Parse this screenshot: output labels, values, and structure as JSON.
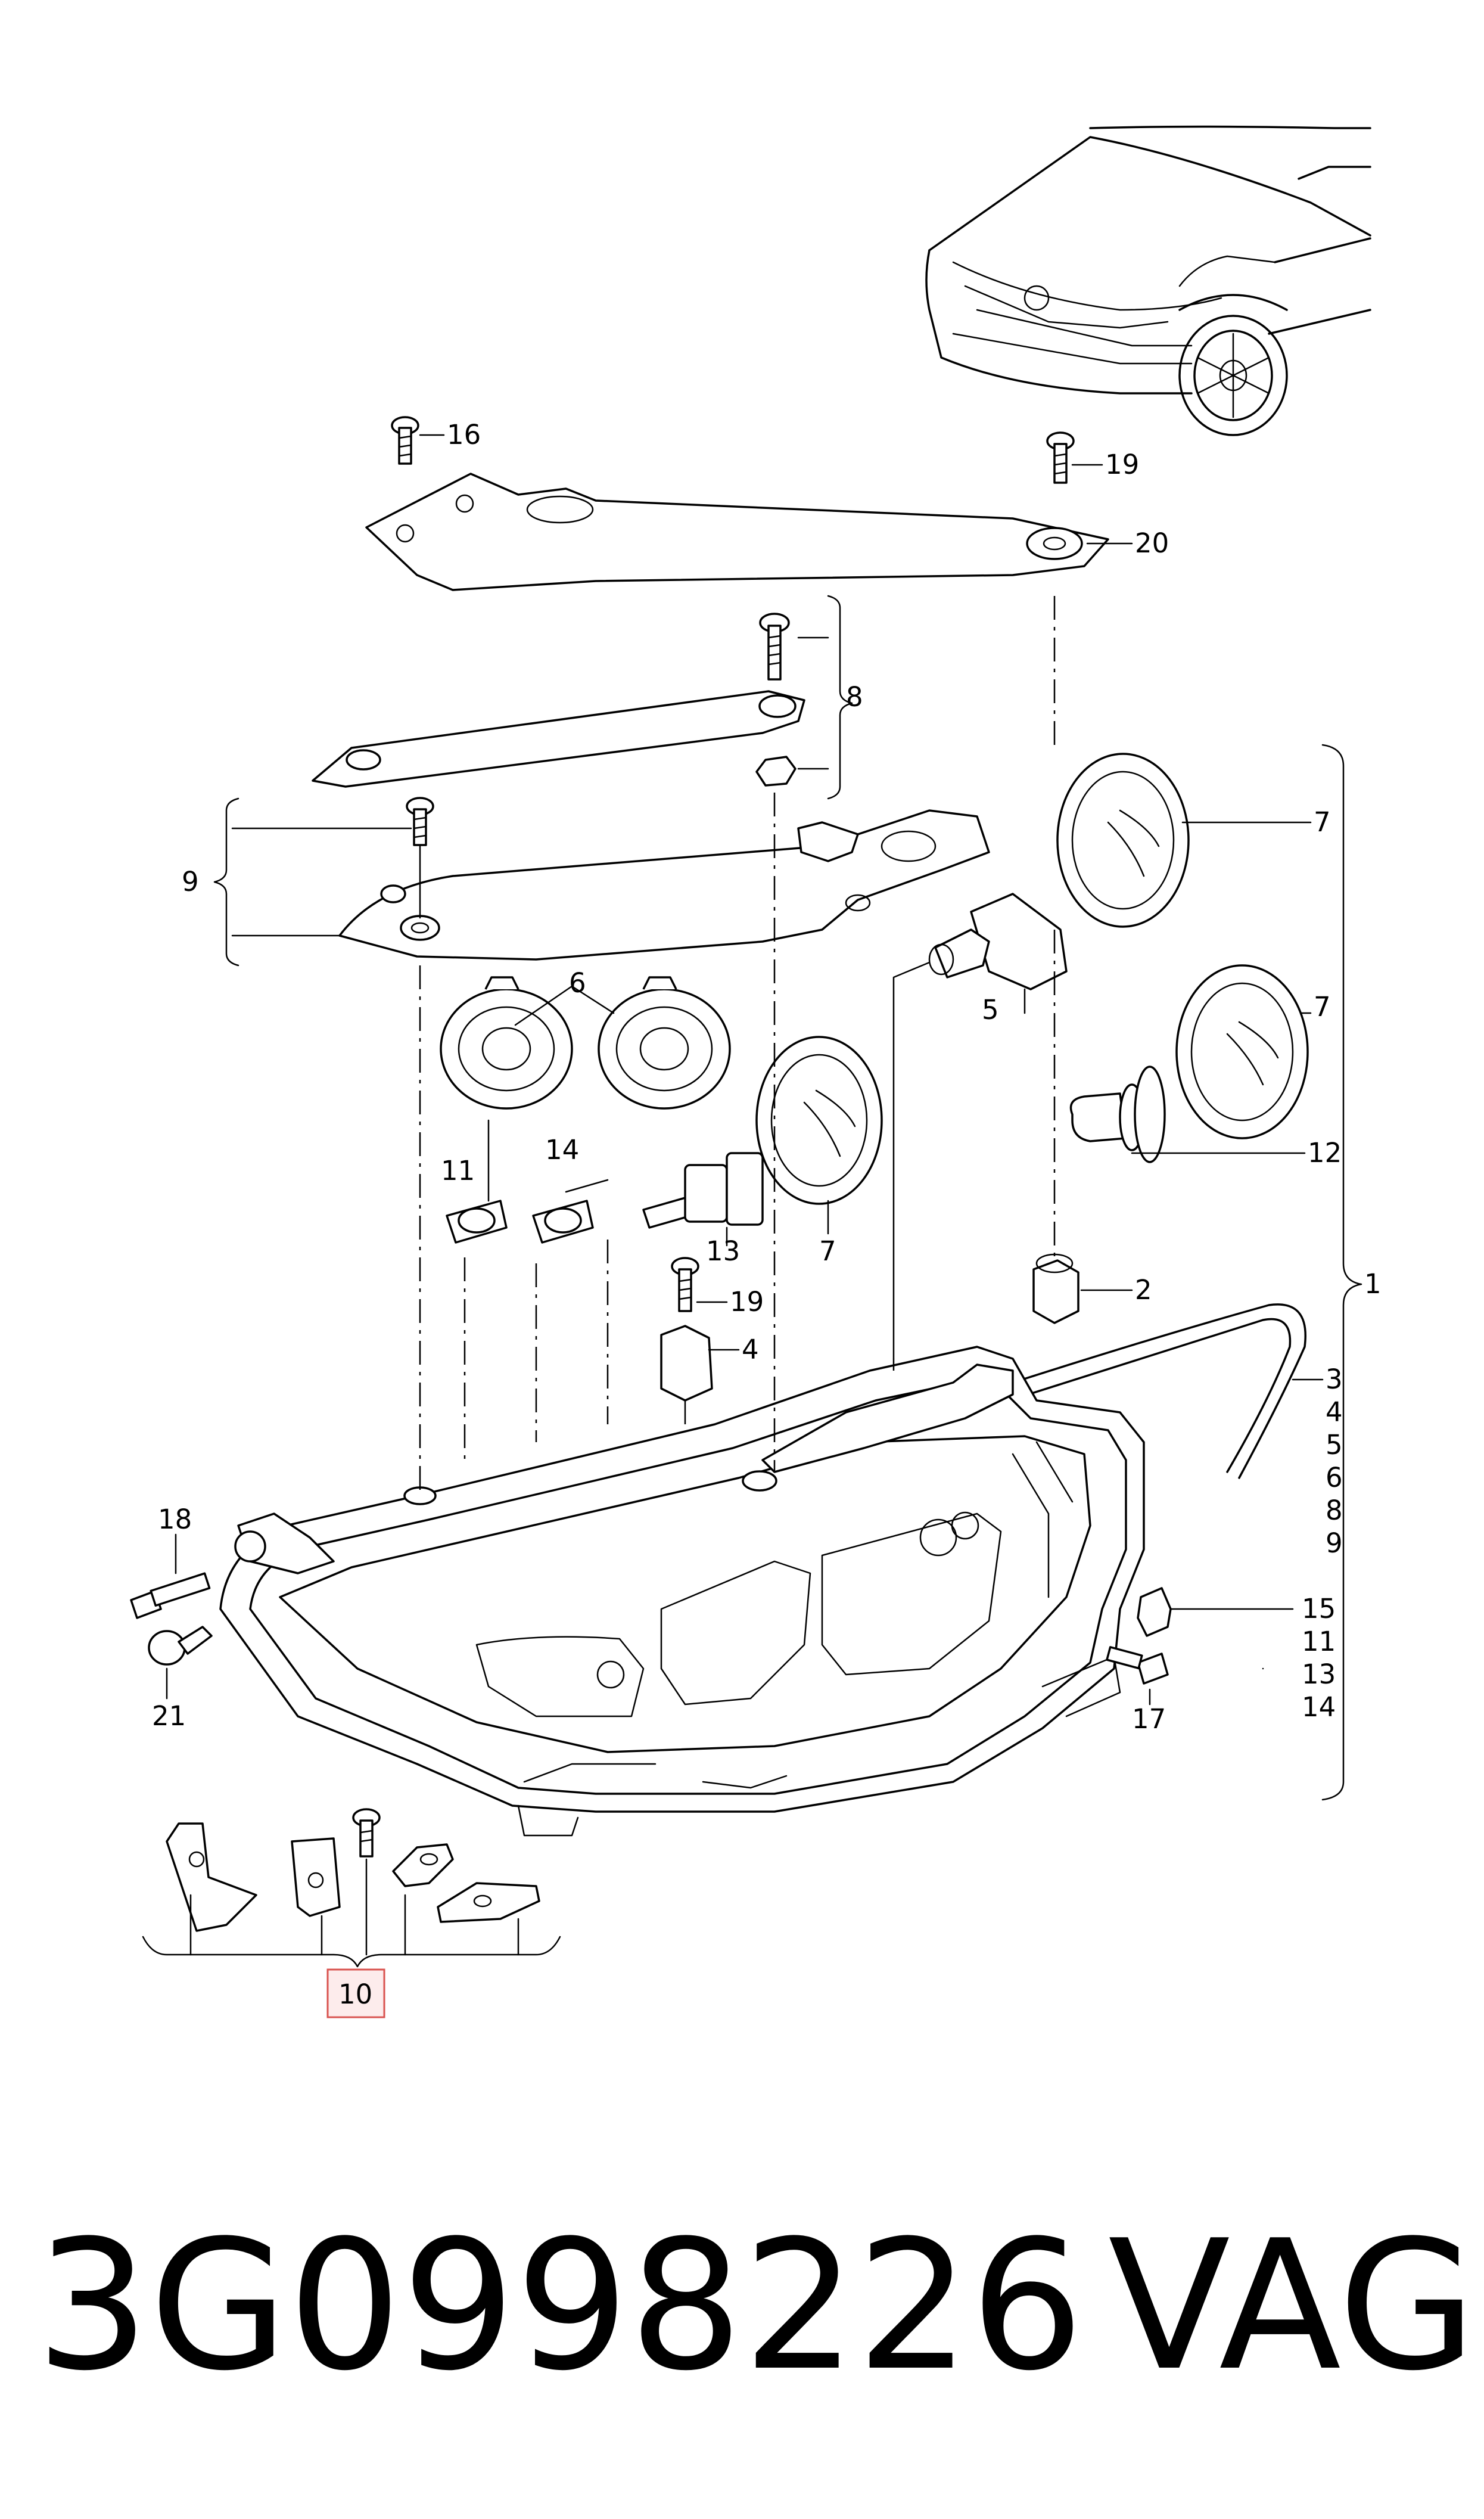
{
  "labels": {
    "l1": "1",
    "l2": "2",
    "l3": "3",
    "l4": "4",
    "l4b": "4",
    "l5": "5",
    "l5b": "5",
    "l6": "6",
    "l6b": "6",
    "l7a": "7",
    "l7b": "7",
    "l7c": "7",
    "l8": "8",
    "l8b": "8",
    "l9": "9",
    "l9b": "9",
    "l10": "10",
    "l11": "11",
    "l11b": "11",
    "l12": "12",
    "l13": "13",
    "l13b": "13",
    "l14": "14",
    "l14b": "14",
    "l15": "15",
    "l16": "16",
    "l17": "17",
    "l18": "18",
    "l19a": "19",
    "l19b": "19",
    "l20": "20",
    "l21": "21"
  },
  "caption": {
    "part_number": "3G0998226",
    "manufacturer": "VAG"
  },
  "colors": {
    "line": "#000000",
    "highlight_border": "#d9534f",
    "highlight_fill": "#fdecec"
  }
}
